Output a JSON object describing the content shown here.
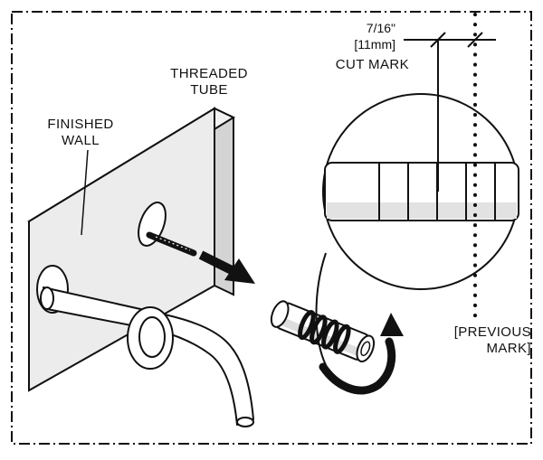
{
  "labels": {
    "threaded_tube": [
      "THREADED",
      "TUBE"
    ],
    "finished_wall": [
      "FINISHED",
      "WALL"
    ],
    "cut_mark": [
      "7/16\"",
      "[11mm]",
      "CUT MARK"
    ],
    "previous_mark": [
      "[PREVIOUS",
      "MARK]"
    ]
  },
  "colors": {
    "line": "#111111",
    "wall_face": "#ececec",
    "wall_edge": "#d4d4d4",
    "tube_shade": "#dedede",
    "background": "#ffffff"
  },
  "icons": {
    "direction_arrow": "arrow-right-down",
    "rotate_arrow": "curved-arrow-clockwise"
  }
}
